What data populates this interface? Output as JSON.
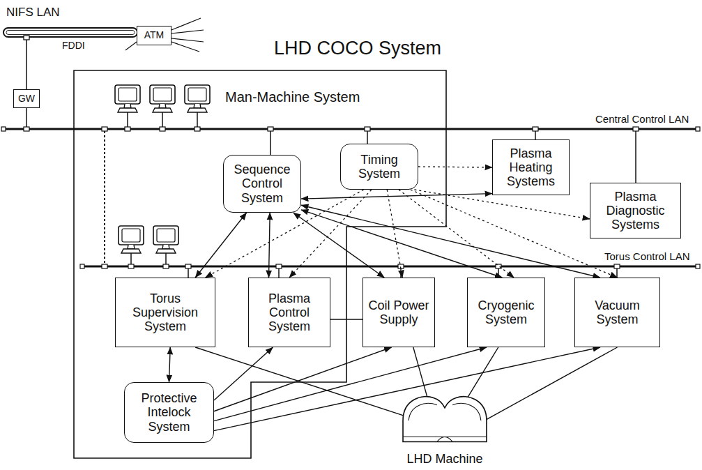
{
  "diagram": {
    "nodes": [
      {
        "text": [
          "LHD COCO System"
        ]
      },
      {
        "text": [
          "GW"
        ]
      },
      {
        "text": [
          "ATM"
        ]
      },
      {
        "text": [
          "Sequence Control System"
        ],
        "in": 0
      },
      {
        "text": [
          "Timing System"
        ],
        "in": 0
      },
      {
        "text": [
          "Plasma Heating Systems"
        ]
      },
      {
        "text": [
          "Plasma Diagnostic Systems"
        ]
      },
      {
        "text": [
          "Torus Supervision System"
        ],
        "in": 0
      },
      {
        "text": [
          "Plasma Control System"
        ],
        "in": 0
      },
      {
        "text": [
          "Coil Power Supply"
        ]
      },
      {
        "text": [
          "Cryogenic System"
        ]
      },
      {
        "text": [
          "Vacuum System"
        ]
      },
      {
        "text": [
          "Protective Intelock System"
        ],
        "in": 0
      },
      {
        "text": [
          "LHD Machine"
        ]
      }
    ],
    "edges": [
      {
        "from": 3,
        "to": 7,
        "arrow": "both"
      },
      {
        "from": 3,
        "to": 8,
        "arrow": "both"
      },
      {
        "from": 3,
        "to": 9,
        "arrow": "both"
      },
      {
        "from": 3,
        "to": 10,
        "arrow": "both"
      },
      {
        "from": 3,
        "to": 11,
        "arrow": "both"
      },
      {
        "from": 3,
        "to": 5,
        "arrow": "both"
      },
      {
        "from": 4,
        "to": 5,
        "arrow": "to"
      },
      {
        "from": 4,
        "to": 6,
        "arrow": "to"
      },
      {
        "from": 4,
        "to": 7,
        "arrow": "to"
      },
      {
        "from": 4,
        "to": 8,
        "arrow": "to"
      },
      {
        "from": 4,
        "to": 9,
        "arrow": "to"
      },
      {
        "from": 4,
        "to": 10,
        "arrow": "to"
      },
      {
        "from": 4,
        "to": 11,
        "arrow": "to"
      },
      {
        "from": 7,
        "to": 12,
        "arrow": "both"
      },
      {
        "from": 12,
        "to": 8,
        "arrow": "to"
      },
      {
        "from": 12,
        "to": 9,
        "arrow": "to"
      },
      {
        "from": 12,
        "to": 10,
        "arrow": "to"
      },
      {
        "from": 12,
        "to": 11,
        "arrow": "to"
      },
      {
        "from": 7,
        "to": 13,
        "arrow": "none"
      },
      {
        "from": 9,
        "to": 13,
        "arrow": "none"
      },
      {
        "from": 10,
        "to": 13,
        "arrow": "none"
      },
      {
        "from": 11,
        "to": 13,
        "arrow": "none"
      },
      {
        "from": 8,
        "to": 9,
        "arrow": "none"
      }
    ],
    "labels": [
      "NIFS LAN",
      "FDDI",
      "Man-Machine System",
      "Central Control LAN",
      "Torus Control LAN"
    ]
  }
}
